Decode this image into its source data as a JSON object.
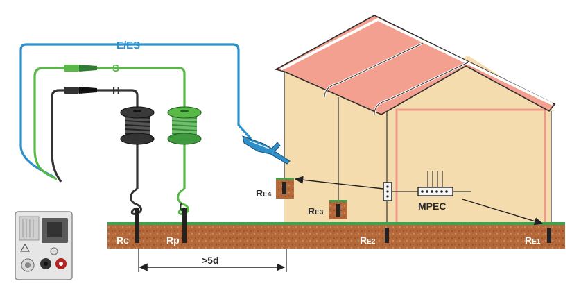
{
  "wires": {
    "e_es": {
      "label": "E/ES",
      "color": "#2f8fc9"
    },
    "s": {
      "label": "S",
      "color": "#58b947"
    },
    "h": {
      "label": "H",
      "color": "#333333"
    }
  },
  "ground": {
    "rc_label": "Rc",
    "rp_label": "Rp",
    "distance_label": ">5d",
    "soil_color": "#b2693a",
    "grass_color": "#3fa34d"
  },
  "electrodes": {
    "re1": {
      "prefix": "R",
      "sub": "E1"
    },
    "re2": {
      "prefix": "R",
      "sub": "E2"
    },
    "re3": {
      "prefix": "R",
      "sub": "E3"
    },
    "re4": {
      "prefix": "R",
      "sub": "E4"
    }
  },
  "mpec": {
    "label": "MPEC"
  },
  "house": {
    "roof_color": "#f3a08e",
    "wall_color": "#f3d9ac",
    "outline_color": "#e0737a"
  }
}
